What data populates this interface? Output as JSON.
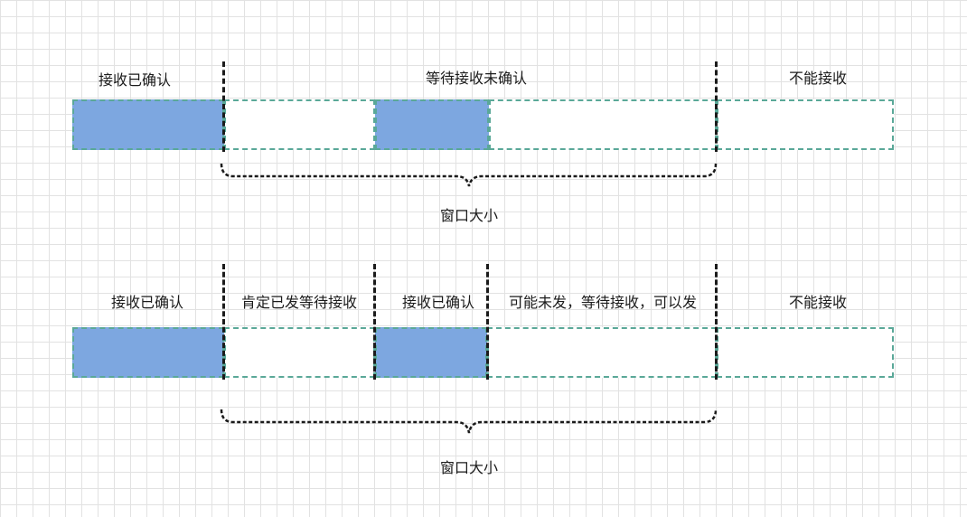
{
  "colors": {
    "received": "#7da7e0",
    "empty": "#ffffff",
    "cell_border": "#5aa898",
    "line": "#1b1b1b"
  },
  "rows": [
    {
      "segments": [
        {
          "label": "接收已确认",
          "cells": [
            "filled"
          ]
        },
        {
          "label": "等待接收未确认",
          "cells": [
            "empty",
            "filled",
            "empty"
          ]
        },
        {
          "label": "不能接收",
          "cells": [
            "empty"
          ]
        }
      ],
      "window_label": "窗口大小"
    },
    {
      "segments": [
        {
          "label": "接收已确认",
          "cells": [
            "filled"
          ]
        },
        {
          "label": "肯定已发等待接收",
          "cells": [
            "empty"
          ]
        },
        {
          "label": "接收已确认",
          "cells": [
            "filled"
          ]
        },
        {
          "label": "可能未发，等待接收，可以发",
          "cells": [
            "empty"
          ]
        },
        {
          "label": "不能接收",
          "cells": [
            "empty"
          ]
        }
      ],
      "window_label": "窗口大小"
    }
  ]
}
